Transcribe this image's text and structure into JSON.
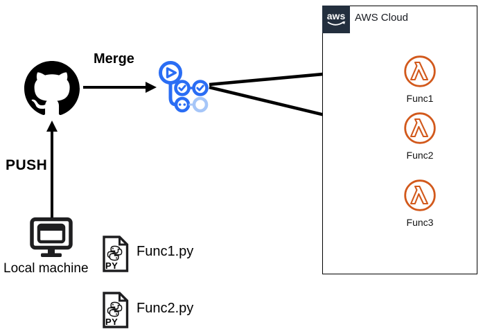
{
  "labels": {
    "push": "PUSH",
    "merge": "Merge",
    "local_machine": "Local machine"
  },
  "aws_box": {
    "logo_text": "aws",
    "title": "AWS Cloud",
    "functions": [
      {
        "label": "Func1"
      },
      {
        "label": "Func2"
      },
      {
        "label": "Func3"
      }
    ]
  },
  "files": [
    {
      "label": "Func1.py",
      "badge": "PY"
    },
    {
      "label": "Func2.py",
      "badge": "PY"
    }
  ],
  "colors": {
    "actions_blue": "#2A6DF4",
    "actions_blue_light": "#A6C6F8",
    "lambda_orange": "#D2591C",
    "aws_navy": "#232F3E",
    "ink": "#1E1E20",
    "arrow": "#000000"
  }
}
